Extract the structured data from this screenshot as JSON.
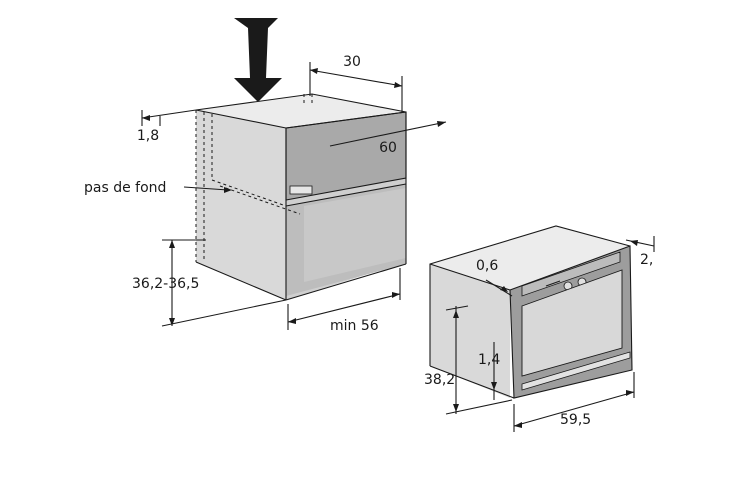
{
  "dimensions": {
    "depth_top": "30",
    "width_top": "60",
    "gap_left": "1,8",
    "no_back": "pas de fond",
    "niche_height": "36,2-36,5",
    "niche_width": "min 56",
    "oven_gap_top": "0,6",
    "oven_side": "2,",
    "oven_height": "38,2",
    "oven_gap_bottom": "1,4",
    "oven_width": "59,5"
  },
  "colors": {
    "cabinet_face": "#c9c9c9",
    "cabinet_side": "#d6d6d6",
    "oven_body": "#d9d9d9",
    "oven_front": "#9d9d9d",
    "line": "#1a1a1a"
  }
}
